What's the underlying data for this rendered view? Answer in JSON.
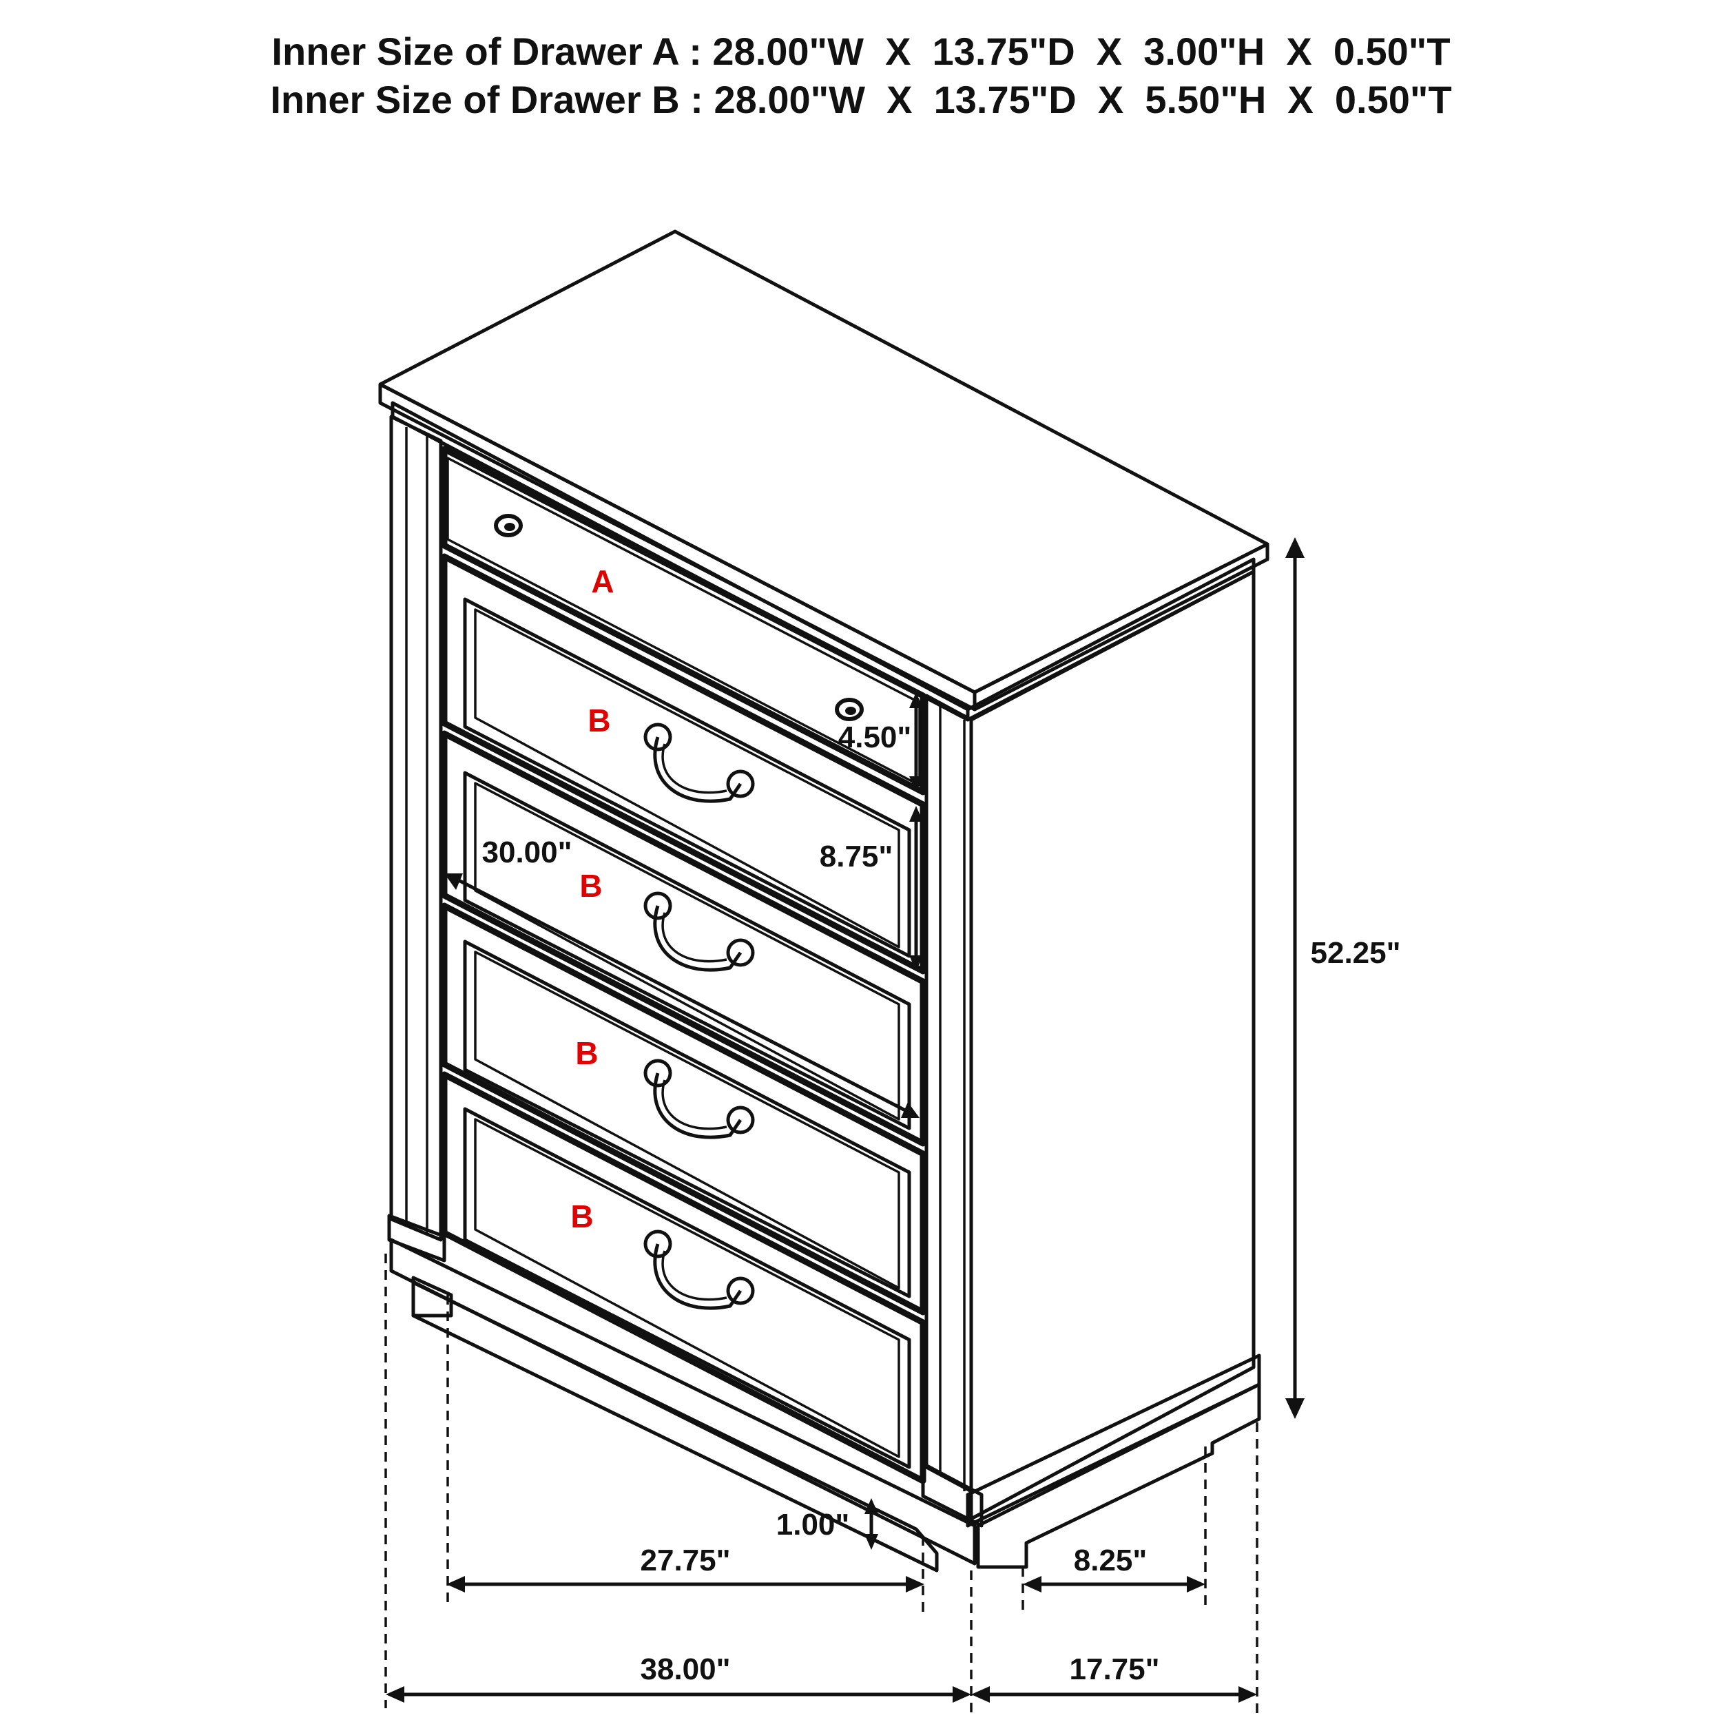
{
  "header": {
    "line_a": "Inner Size of Drawer A : 28.00\"W  X  13.75\"D  X  3.00\"H  X  0.50\"T",
    "line_b": "Inner Size of Drawer B : 28.00\"W  X  13.75\"D  X  5.50\"H  X  0.50\"T"
  },
  "drawer_labels": {
    "a": "A",
    "b1": "B",
    "b2": "B",
    "b3": "B",
    "b4": "B"
  },
  "dimensions": {
    "height_total": "52.25\"",
    "drawer_a_height": "4.50\"",
    "drawer_b_height": "8.75\"",
    "drawer_width": "30.00\"",
    "base_height": "1.00\"",
    "inner_front_width": "27.75\"",
    "side_inset": "8.25\"",
    "overall_width": "38.00\"",
    "overall_depth": "17.75\""
  },
  "colors": {
    "drawer_label": "#e00000",
    "line": "#111111"
  }
}
